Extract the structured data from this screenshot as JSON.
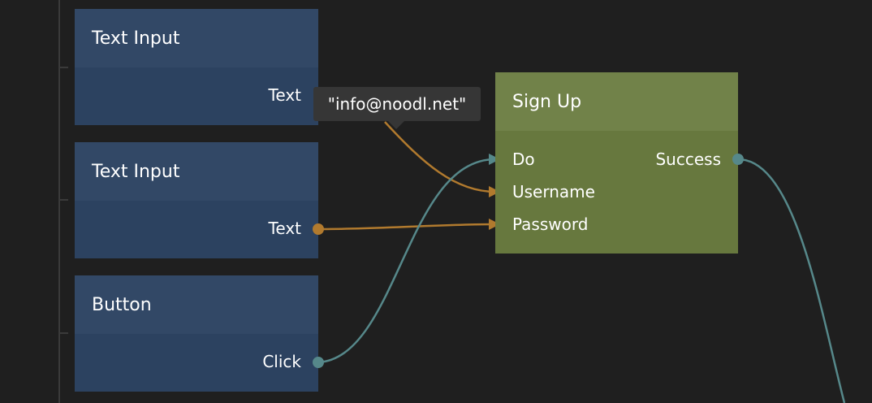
{
  "colors": {
    "canvas": "#1f1f1f",
    "blue_node_header": "#324866",
    "blue_node_body": "#2c4260",
    "green_node_header": "#718249",
    "green_node_body": "#67783e",
    "string_wire": "#b17a2e",
    "signal_wire": "#56888a"
  },
  "nodes": {
    "text_input_1": {
      "title": "Text Input",
      "output_port": "Text"
    },
    "text_input_2": {
      "title": "Text Input",
      "output_port": "Text"
    },
    "button": {
      "title": "Button",
      "output_port": "Click"
    },
    "sign_up": {
      "title": "Sign Up",
      "inputs": [
        "Do",
        "Username",
        "Password"
      ],
      "outputs": [
        "Success"
      ]
    }
  },
  "tooltip": {
    "text": "\"info@noodl.net\""
  }
}
